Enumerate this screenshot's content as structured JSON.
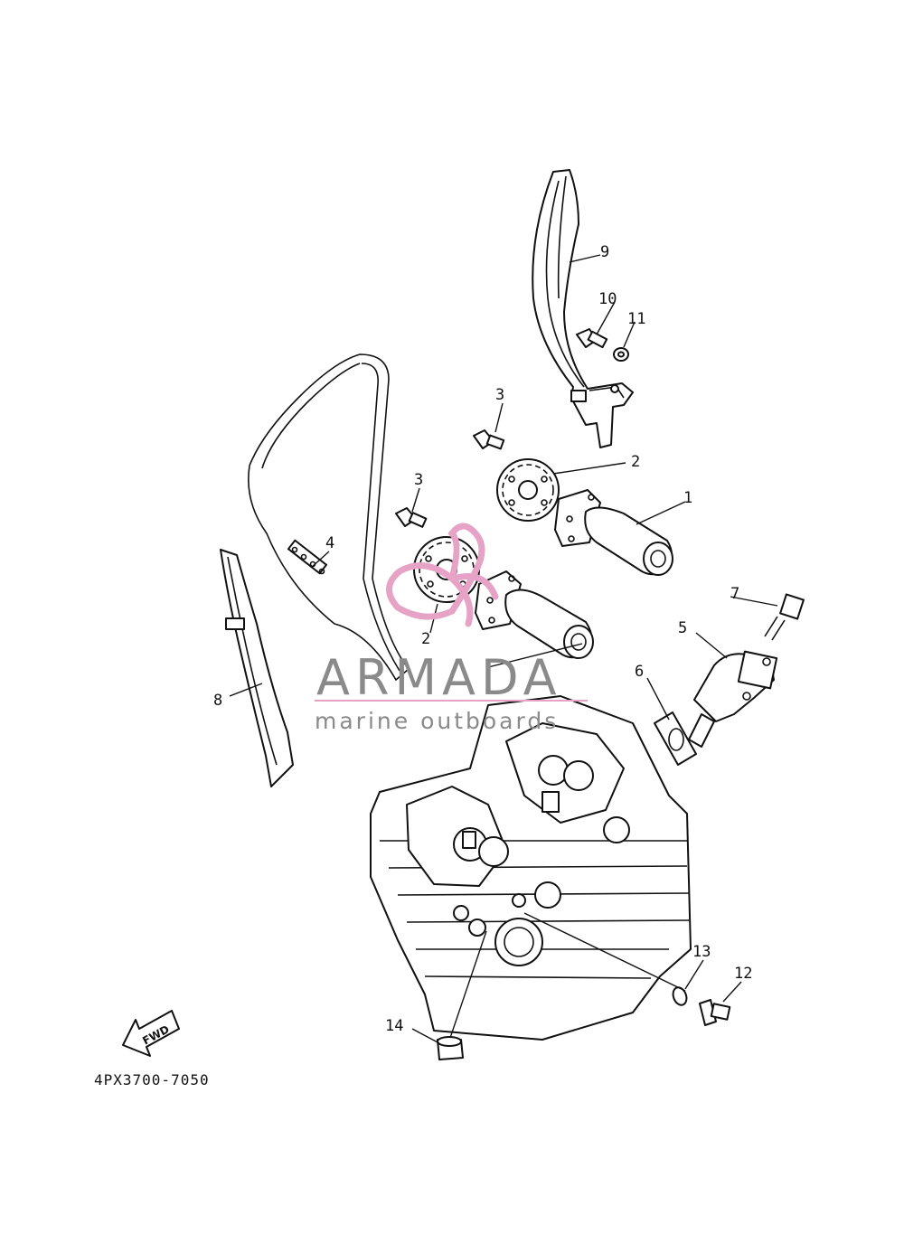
{
  "diagram": {
    "part_labels": [
      {
        "id": "p1",
        "text": "1"
      },
      {
        "id": "p2a",
        "text": "2"
      },
      {
        "id": "p2b",
        "text": "2"
      },
      {
        "id": "p3a",
        "text": "3"
      },
      {
        "id": "p3b",
        "text": "3"
      },
      {
        "id": "p4",
        "text": "4"
      },
      {
        "id": "p5",
        "text": "5"
      },
      {
        "id": "p6",
        "text": "6"
      },
      {
        "id": "p7",
        "text": "7"
      },
      {
        "id": "p8",
        "text": "8"
      },
      {
        "id": "p9",
        "text": "9"
      },
      {
        "id": "p10",
        "text": "10"
      },
      {
        "id": "p11",
        "text": "11"
      },
      {
        "id": "p12",
        "text": "12"
      },
      {
        "id": "p13",
        "text": "13"
      },
      {
        "id": "p14",
        "text": "14"
      }
    ],
    "fwd_label": "FWD",
    "drawing_code": "4PX3700-7050"
  },
  "watermark": {
    "brand": "ARMADA",
    "tagline": "marine outboards",
    "icon": "ribbon-logo-icon",
    "accent_color": "#e6a3c6",
    "text_color": "#8a8a8a"
  }
}
